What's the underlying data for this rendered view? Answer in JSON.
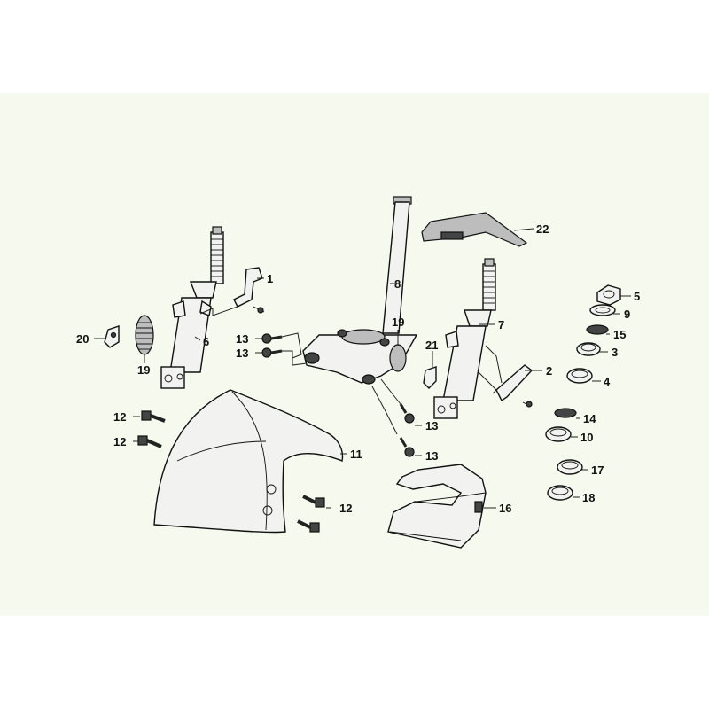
{
  "diagram": {
    "callouts": [
      {
        "id": "c1",
        "text": "1"
      },
      {
        "id": "c2",
        "text": "2"
      },
      {
        "id": "c3",
        "text": "3"
      },
      {
        "id": "c4",
        "text": "4"
      },
      {
        "id": "c5",
        "text": "5"
      },
      {
        "id": "c6",
        "text": "6"
      },
      {
        "id": "c7",
        "text": "7"
      },
      {
        "id": "c8",
        "text": "8"
      },
      {
        "id": "c9",
        "text": "9"
      },
      {
        "id": "c10",
        "text": "10"
      },
      {
        "id": "c11",
        "text": "11"
      },
      {
        "id": "c12a",
        "text": "12"
      },
      {
        "id": "c12b",
        "text": "12"
      },
      {
        "id": "c12c",
        "text": "12"
      },
      {
        "id": "c13a",
        "text": "13"
      },
      {
        "id": "c13b",
        "text": "13"
      },
      {
        "id": "c13c",
        "text": "13"
      },
      {
        "id": "c13d",
        "text": "13"
      },
      {
        "id": "c14",
        "text": "14"
      },
      {
        "id": "c15",
        "text": "15"
      },
      {
        "id": "c16",
        "text": "16"
      },
      {
        "id": "c17",
        "text": "17"
      },
      {
        "id": "c18",
        "text": "18"
      },
      {
        "id": "c19a",
        "text": "19"
      },
      {
        "id": "c19b",
        "text": "19"
      },
      {
        "id": "c20",
        "text": "20"
      },
      {
        "id": "c21",
        "text": "21"
      },
      {
        "id": "c22",
        "text": "22"
      }
    ]
  }
}
